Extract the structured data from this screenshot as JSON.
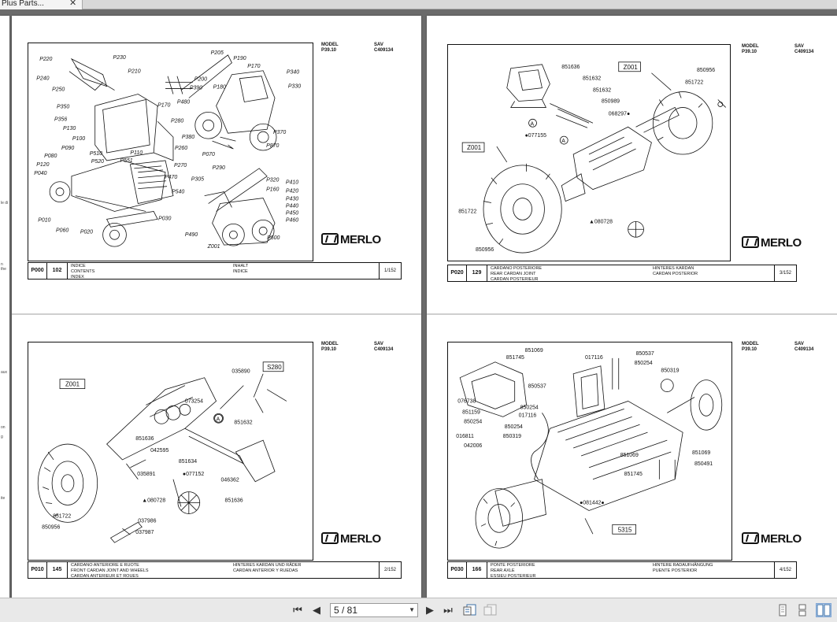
{
  "tab": {
    "title": "Plus Parts...",
    "close": "✕"
  },
  "toolbar": {
    "page_value": "5 / 81",
    "first": "⏮",
    "prev": "◀",
    "next": "▶",
    "last": "⏭"
  },
  "sheets": {
    "p000": {
      "model_label": "MODEL",
      "model": "P39.10",
      "sav_label": "SAV",
      "sav": "C409134",
      "code": "P000",
      "num": "102",
      "page": "1/152",
      "col1": [
        "INDICE",
        "CONTENTS",
        "INDEX"
      ],
      "col2": [
        "INHALT",
        "INDICE"
      ],
      "callouts": [
        "P220",
        "P230",
        "P210",
        "P240",
        "P250",
        "P205",
        "P190",
        "P170",
        "P340",
        "P330",
        "P200",
        "P390",
        "P180",
        "P480",
        "P350",
        "P356",
        "P130",
        "P100",
        "P090",
        "P080",
        "P120",
        "P040",
        "P170",
        "P280",
        "P260",
        "P270",
        "P380",
        "P370",
        "P870",
        "P070",
        "P110",
        "P551",
        "P510",
        "P520",
        "P470",
        "P540",
        "P290",
        "P305",
        "P320",
        "P160",
        "P410",
        "P420",
        "P430",
        "P440",
        "P450",
        "P460",
        "P010",
        "P060",
        "P020",
        "P030",
        "P490",
        "Z001",
        "P500"
      ],
      "logo": "MERLO"
    },
    "p020": {
      "model_label": "MODEL",
      "model": "P39.10",
      "sav_label": "SAV",
      "sav": "C409134",
      "code": "P020",
      "num": "129",
      "page": "3/152",
      "col1": [
        "CARDANO POSTERIORE",
        "REAR CARDAN JOINT",
        "CARDAN POSTERIEUR"
      ],
      "col2": [
        "HINTERES KARDAN",
        "CARDAN POSTERIOR"
      ],
      "nums": [
        "851636",
        "851632",
        "851632",
        "850989",
        "068297●",
        "●077155",
        "850956",
        "851722",
        "851722",
        "850956",
        "▲080728"
      ],
      "boxes": [
        "Z001",
        "Z001"
      ],
      "circle": "A",
      "logo": "MERLO"
    },
    "p010": {
      "model_label": "MODEL",
      "model": "P39.10",
      "sav_label": "SAV",
      "sav": "C409134",
      "code": "P010",
      "num": "145",
      "page": "2/152",
      "col1": [
        "CARDANO ANTERIORE E RUOTE",
        "FRONT CARDAN JOINT AND WHEELS",
        "CARDAN ANTERIEUR ET ROUES"
      ],
      "col2": [
        "HINTERES KARDAN UND RÄDER",
        "CARDAN ANTERIOR Y RUEDAS"
      ],
      "nums": [
        "035890",
        "073254",
        "851632",
        "851636",
        "042595",
        "851634",
        "●077152",
        "046362",
        "035891",
        "851636",
        "▲080728",
        "851722",
        "850956",
        "037986",
        "037987"
      ],
      "boxes": [
        "Z001",
        "S280"
      ],
      "circle": "A",
      "logo": "MERLO"
    },
    "p030": {
      "model_label": "MODEL",
      "model": "P39.10",
      "sav_label": "SAV",
      "sav": "C409134",
      "code": "P030",
      "num": "166",
      "page": "4/152",
      "col1": [
        "PONTE POSTERIORE",
        "REAR AXLE",
        "ESSIEU POSTERIEUR"
      ],
      "col2": [
        "HINTERE RADAUFHÄNGUNG",
        "PUENTE POSTERIOR"
      ],
      "nums": [
        "851069",
        "851745",
        "017116",
        "850537",
        "850254",
        "850319",
        "850537",
        "076738",
        "851159",
        "850254",
        "850254",
        "017116",
        "016811",
        "850254",
        "042006",
        "850319",
        "851069",
        "851069",
        "850491",
        "851745",
        "●081442●"
      ],
      "boxes": [
        "5315"
      ],
      "logo": "MERLO"
    }
  },
  "edge_text": [
    "le di",
    "n the",
    "aux",
    "on",
    "g",
    "ite"
  ]
}
